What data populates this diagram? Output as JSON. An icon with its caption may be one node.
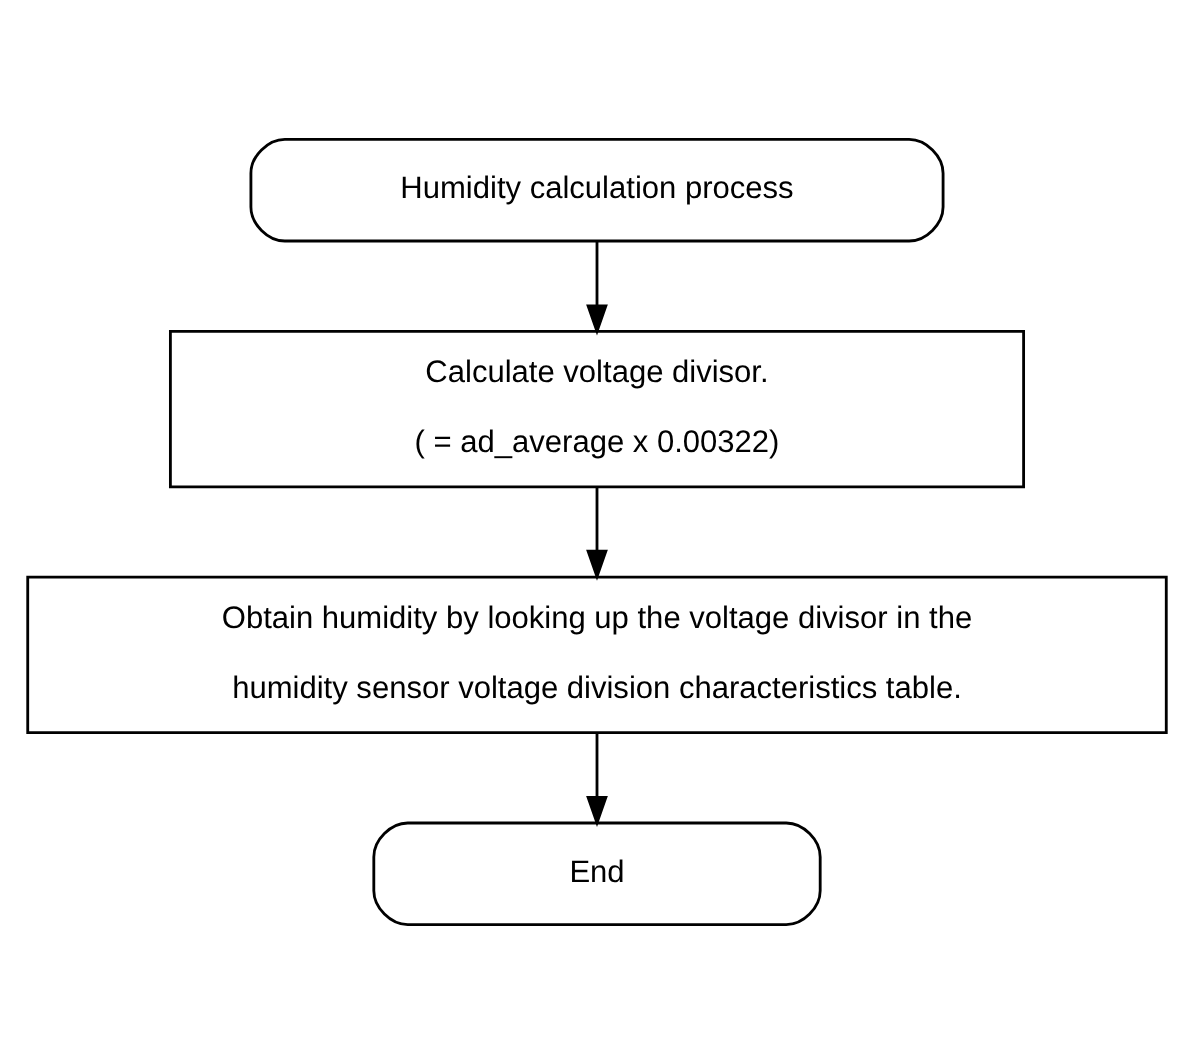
{
  "diagram": {
    "nodes": [
      {
        "text": [
          "Humidity calculation process"
        ]
      },
      {
        "text": [
          "Calculate voltage divisor.",
          "( = ad_average x 0.00322)"
        ]
      },
      {
        "text": [
          "Obtain humidity by looking up the voltage divisor in the humidity sensor voltage division characteristics table."
        ]
      },
      {
        "text": [
          "End"
        ]
      }
    ],
    "edges": [
      {
        "from": 0,
        "to": 1,
        "arrow": "to"
      },
      {
        "from": 1,
        "to": 2,
        "arrow": "to"
      },
      {
        "from": 2,
        "to": 3,
        "arrow": "to"
      }
    ]
  }
}
